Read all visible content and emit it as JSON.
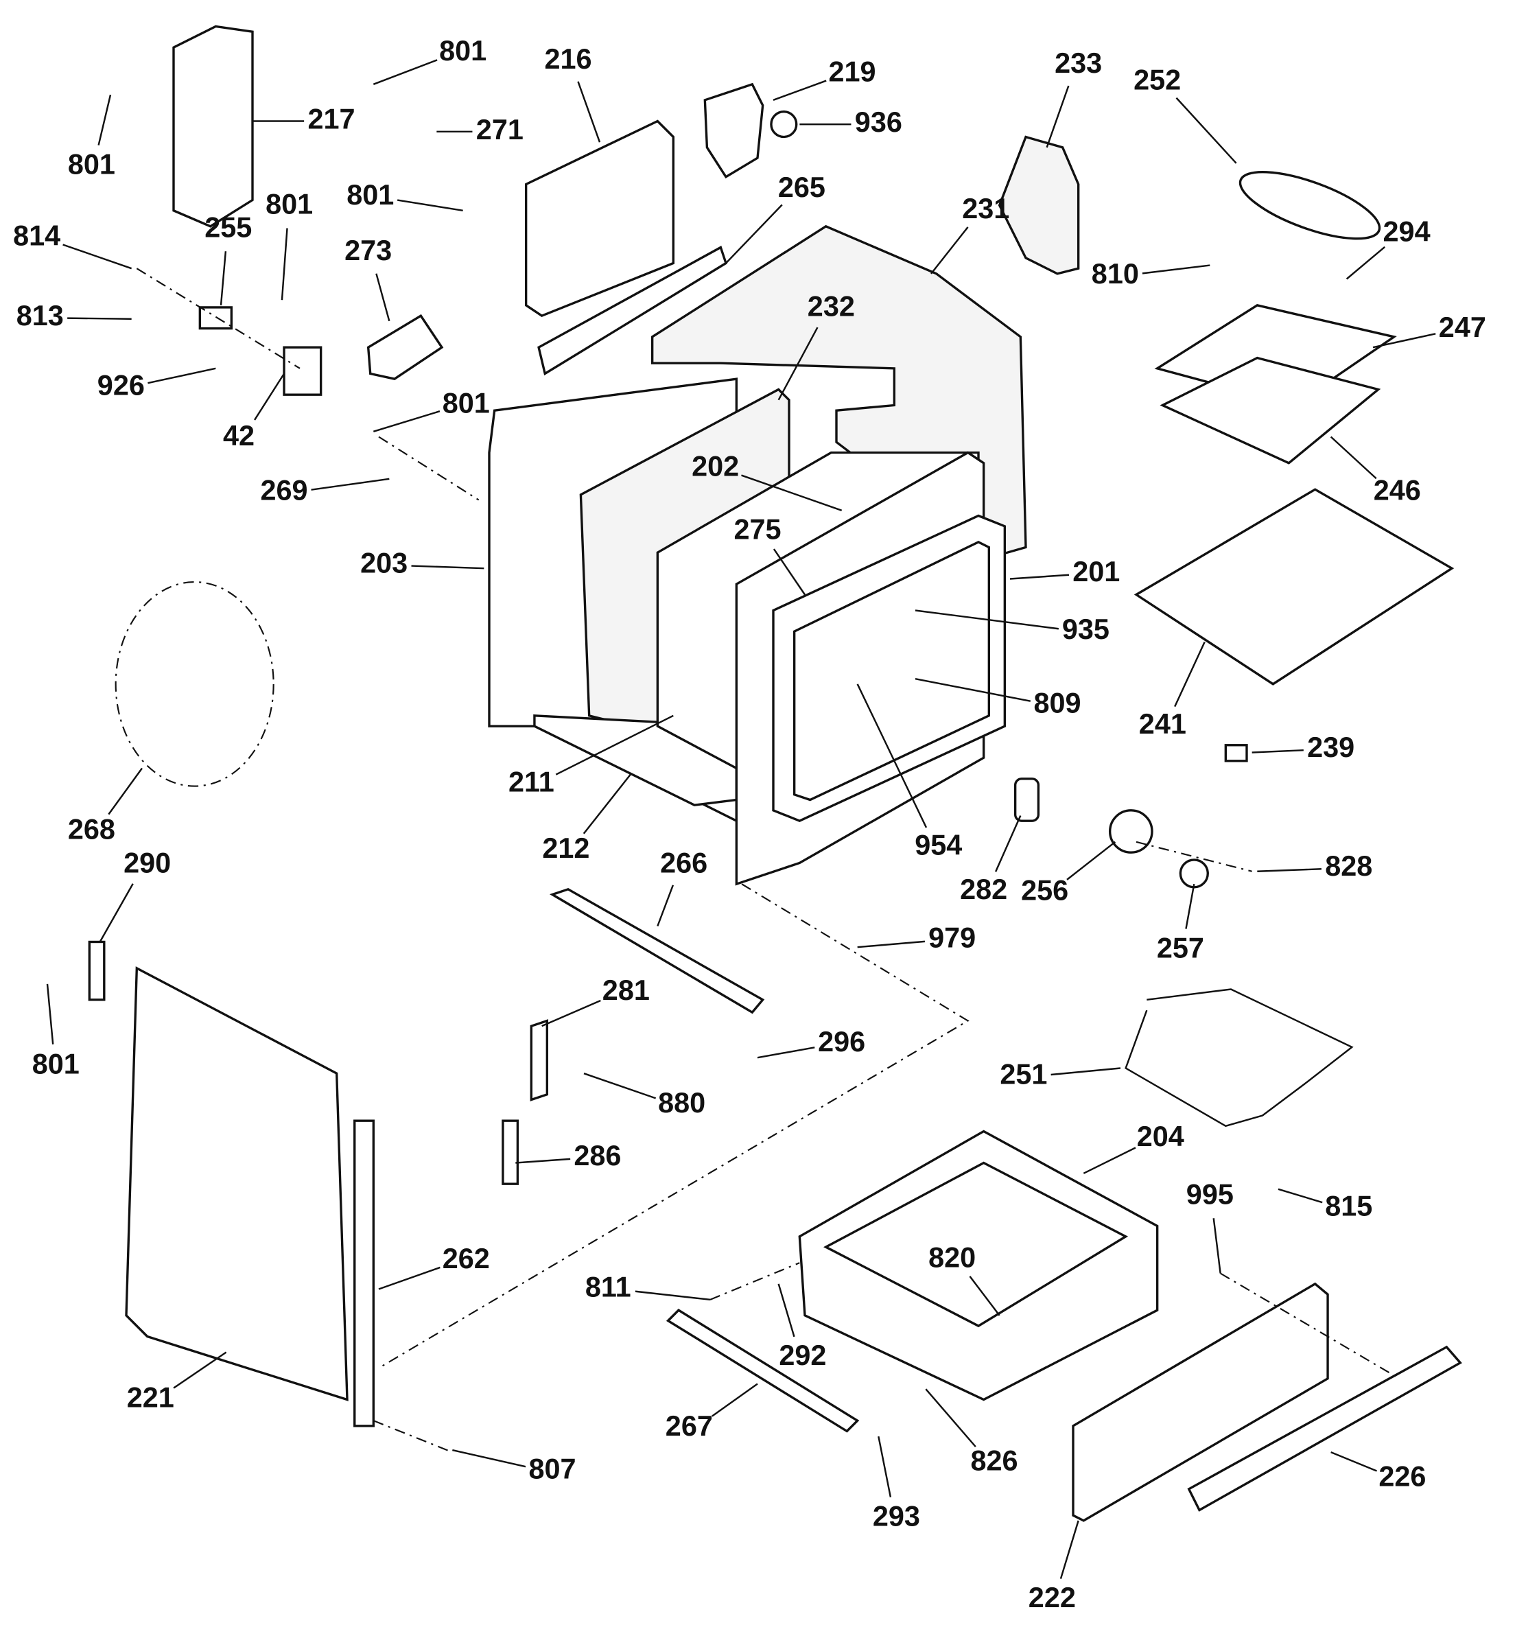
{
  "diagram": {
    "callouts": [
      "801",
      "217",
      "801",
      "271",
      "216",
      "219",
      "936",
      "233",
      "252",
      "265",
      "231",
      "801",
      "801",
      "255",
      "814",
      "273",
      "813",
      "926",
      "42",
      "810",
      "294",
      "232",
      "247",
      "801",
      "269",
      "202",
      "246",
      "275",
      "203",
      "201",
      "935",
      "809",
      "241",
      "239",
      "211",
      "212",
      "954",
      "282",
      "256",
      "828",
      "257",
      "268",
      "290",
      "266",
      "979",
      "281",
      "296",
      "801",
      "880",
      "251",
      "286",
      "204",
      "995",
      "815",
      "262",
      "820",
      "811",
      "292",
      "221",
      "267",
      "826",
      "293",
      "807",
      "226",
      "222"
    ]
  }
}
